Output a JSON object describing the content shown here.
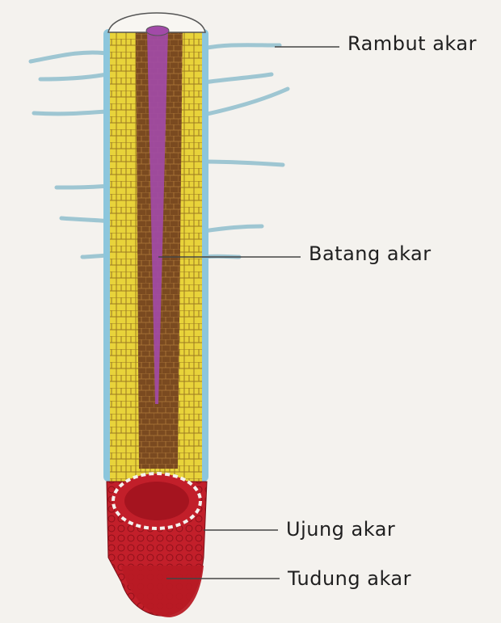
{
  "figure": {
    "subject": "root structure diagram",
    "labels": {
      "root_hair": "Rambut akar",
      "root_stem": "Batang akar",
      "root_tip": "Ujung akar",
      "root_cap": "Tudung akar"
    }
  },
  "colors": {
    "background": "#f4f2ee",
    "cortex": "#e8d33a",
    "cortex_outline": "#7a5a1a",
    "inner_tissue": "#7a4a20",
    "vascular": "#a24aa8",
    "epidermis": "#8cc6dc",
    "root_hair": "#9ec6d2",
    "root_cap": "#c21f2a",
    "label_line": "#444444"
  }
}
